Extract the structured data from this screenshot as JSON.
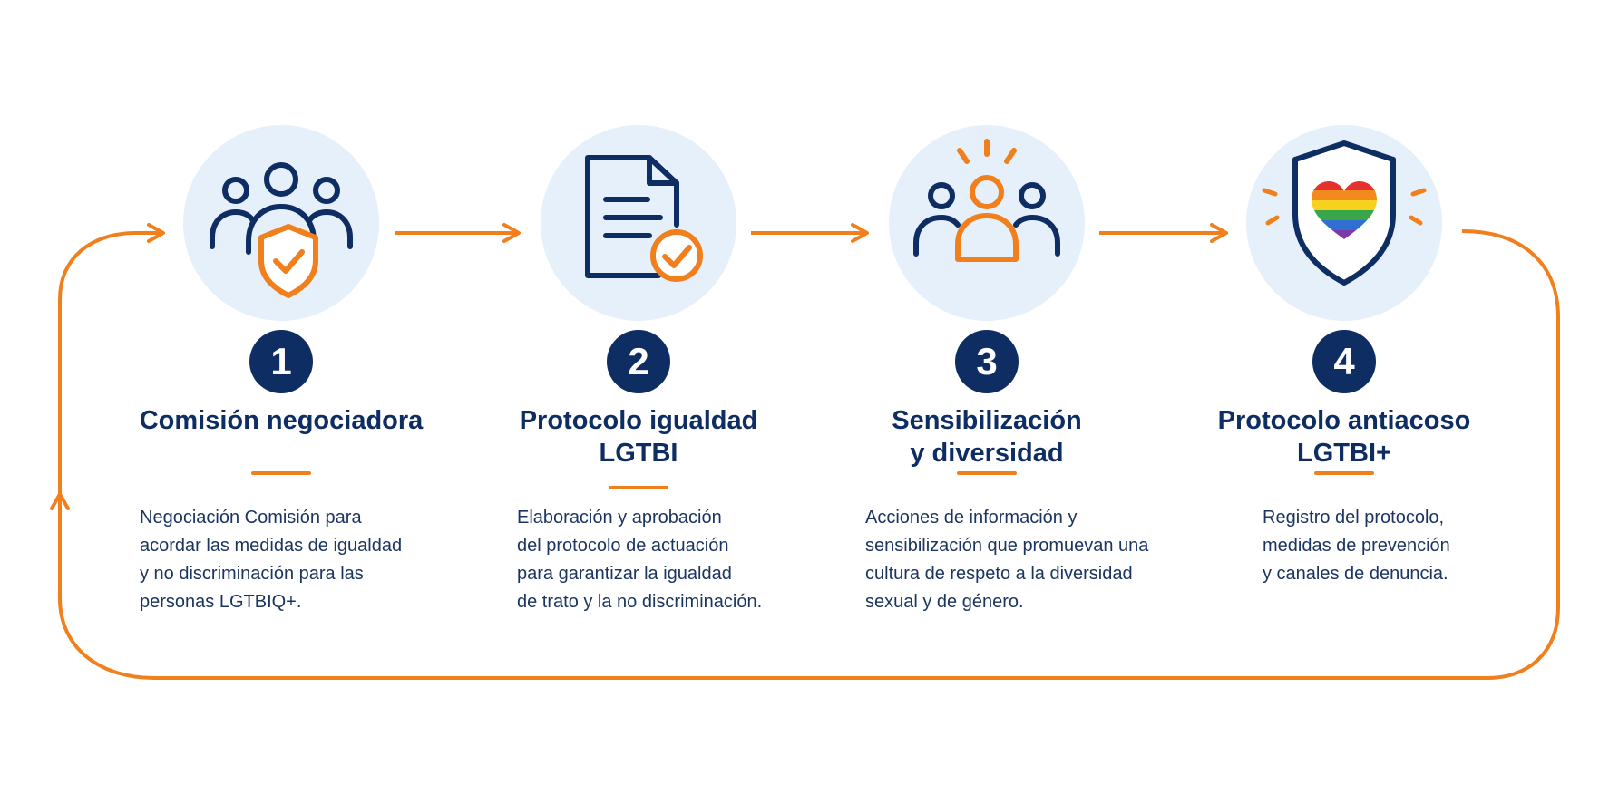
{
  "colors": {
    "navy": "#0e2d62",
    "orange": "#f07f1c",
    "circle_bg": "#e6f0fa",
    "text": "#1c3560"
  },
  "steps": [
    {
      "number": "1",
      "icon": "people-shield-icon",
      "title_lines": [
        "Comisión negociadora"
      ],
      "description_lines": [
        "Negociación Comisión para",
        "acordar las medidas de igualdad",
        "y no discriminación para las",
        "personas LGTBIQ+."
      ]
    },
    {
      "number": "2",
      "icon": "document-check-icon",
      "title_lines": [
        "Protocolo igualdad",
        "LGTBI"
      ],
      "description_lines": [
        "Elaboración y aprobación",
        "del protocolo de actuación",
        "para garantizar la igualdad",
        "de trato y la no discriminación."
      ]
    },
    {
      "number": "3",
      "icon": "group-highlight-icon",
      "title_lines": [
        "Sensibilización",
        "y diversidad"
      ],
      "description_lines": [
        "Acciones de información y",
        "sensibilización que promuevan una",
        "cultura de respeto a la diversidad",
        "sexual y de género."
      ]
    },
    {
      "number": "4",
      "icon": "rainbow-heart-shield-icon",
      "title_lines": [
        "Protocolo antiacoso",
        "LGTBI+"
      ],
      "description_lines": [
        "Registro del protocolo,",
        "medidas de prevención",
        "y canales de denuncia."
      ]
    }
  ]
}
